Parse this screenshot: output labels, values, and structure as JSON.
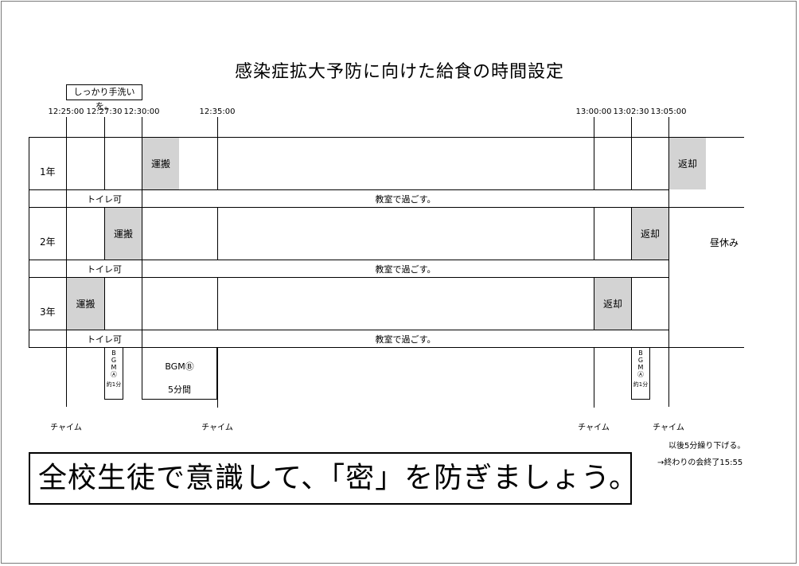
{
  "title": "感染症拡大予防に向けた給食の時間設定",
  "note": "しっかり手洗いを。",
  "times": [
    "12:25:00",
    "12:27:30",
    "12:30:00",
    "12:35:00",
    "13:00:00",
    "13:02:30",
    "13:05:00"
  ],
  "rows": [
    {
      "grade": "1年",
      "carry": "運搬",
      "return": "返却",
      "toilet": "トイレ可",
      "classroom": "教室で過ごす。"
    },
    {
      "grade": "2年",
      "carry": "運搬",
      "return": "返却",
      "toilet": "トイレ可",
      "classroom": "教室で過ごす。"
    },
    {
      "grade": "3年",
      "carry": "運搬",
      "return": "返却",
      "toilet": "トイレ可",
      "classroom": "教室で過ごす。"
    }
  ],
  "lunch_break": "昼休み",
  "bgm_a": {
    "letters": [
      "B",
      "G",
      "M",
      "Ⓐ"
    ],
    "duration": "約1分"
  },
  "bgm_b": {
    "label": "BGMⒷ",
    "duration": "5分間"
  },
  "chime": "チャイム",
  "after_notes": [
    "以後5分繰り下げる。",
    "→終わりの会終了15:55"
  ],
  "slogan": "全校生徒で意識して、「密」を防ぎましょう。"
}
